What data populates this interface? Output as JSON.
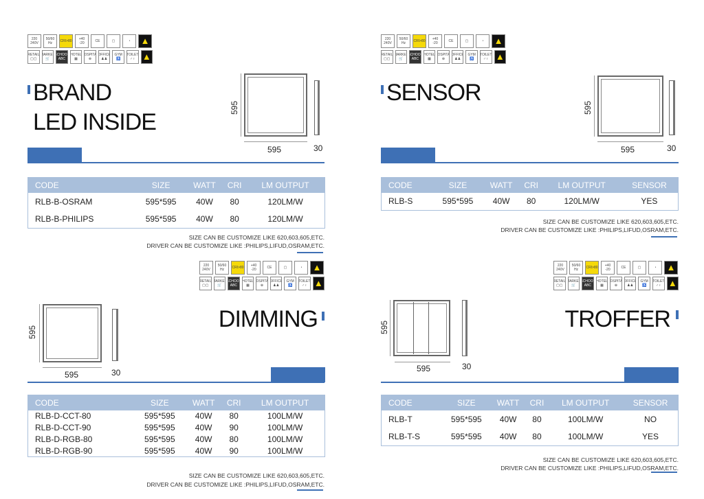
{
  "icons": {
    "row1": [
      {
        "l1": "220",
        "l2": "240V"
      },
      {
        "l1": "50/60",
        "l2": "Hz"
      },
      {
        "l1": "CRI>80",
        "l2": "",
        "style": "y"
      },
      {
        "l1": "+40",
        "l2": "-20"
      },
      {
        "l1": "CE",
        "l2": ""
      },
      {
        "l1": "▢",
        "l2": ""
      },
      {
        "l1": "◔",
        "l2": ""
      },
      {
        "l1": "▲",
        "l2": "",
        "style": "k"
      }
    ],
    "row2": [
      {
        "l1": "RETAIL",
        "l2": "▢▢"
      },
      {
        "l1": "MARKET",
        "l2": "🛒"
      },
      {
        "l1": "SCHOOL",
        "l2": "ABC",
        "style": "d"
      },
      {
        "l1": "HOTEL",
        "l2": "▦"
      },
      {
        "l1": "HOSPITAL",
        "l2": "⊕"
      },
      {
        "l1": "OFFICE",
        "l2": "♟♟"
      },
      {
        "l1": "GYM",
        "l2": "♿"
      },
      {
        "l1": "TOILET",
        "l2": "♂♀"
      },
      {
        "l1": "▲",
        "l2": "",
        "style": "k"
      }
    ]
  },
  "headers_basic": [
    "CODE",
    "SIZE",
    "WATT",
    "CRI",
    "LM OUTPUT"
  ],
  "headers_sensor": [
    "CODE",
    "SIZE",
    "WATT",
    "CRI",
    "LM OUTPUT",
    "SENSOR"
  ],
  "dims": {
    "w": "595",
    "h": "595",
    "d": "30"
  },
  "notes": {
    "size": "SIZE CAN BE CUSTOMIZE LIKE 620,603,605,ETC.",
    "driver": "DRIVER CAN BE CUSTOMIZE LIKE :PHILIPS,LIFUD,OSRAM,ETC."
  },
  "brand": {
    "title1": "BRAND",
    "title2": "LED INSIDE",
    "rows": [
      [
        "RLB-B-OSRAM",
        "595*595",
        "40W",
        "80",
        "120LM/W"
      ],
      [
        "RLB-B-PHILIPS",
        "595*595",
        "40W",
        "80",
        "120LM/W"
      ]
    ]
  },
  "sensor": {
    "title": "SENSOR",
    "rows": [
      [
        "RLB-S",
        "595*595",
        "40W",
        "80",
        "120LM/W",
        "YES"
      ]
    ]
  },
  "dimming": {
    "title": "DIMMING",
    "rows": [
      [
        "RLB-D-CCT-80",
        "595*595",
        "40W",
        "80",
        "100LM/W"
      ],
      [
        "RLB-D-CCT-90",
        "595*595",
        "40W",
        "90",
        "100LM/W"
      ],
      [
        "RLB-D-RGB-80",
        "595*595",
        "40W",
        "80",
        "100LM/W"
      ],
      [
        "RLB-D-RGB-90",
        "595*595",
        "40W",
        "90",
        "100LM/W"
      ]
    ]
  },
  "troffer": {
    "title": "TROFFER",
    "rows": [
      [
        "RLB-T",
        "595*595",
        "40W",
        "80",
        "100LM/W",
        "NO"
      ],
      [
        "RLB-T-S",
        "595*595",
        "40W",
        "80",
        "100LM/W",
        "YES"
      ]
    ]
  },
  "colors": {
    "accent": "#3e70b5",
    "header": "#a9bfdb"
  }
}
